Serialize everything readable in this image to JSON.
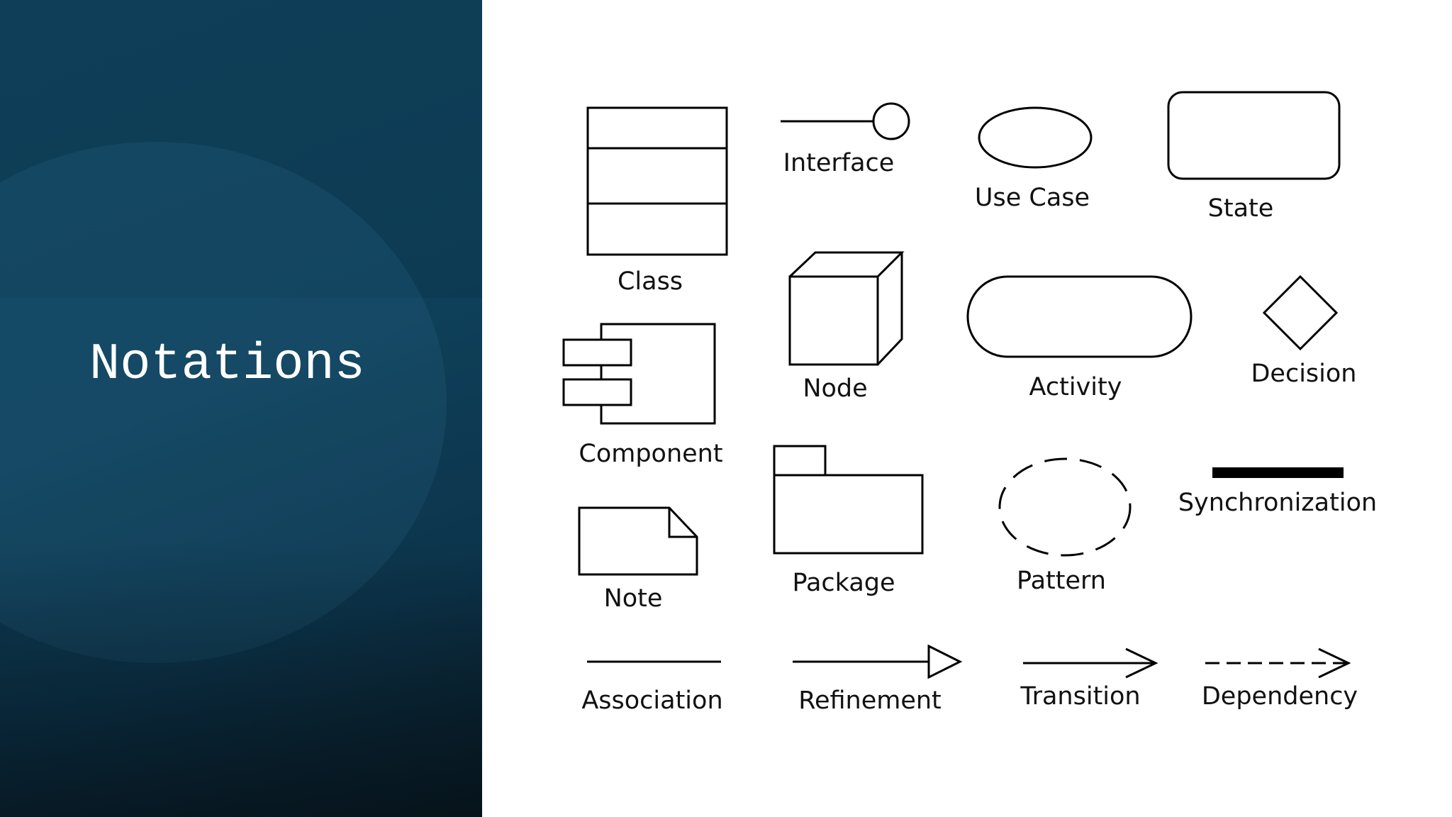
{
  "slide": {
    "title": "Notations"
  },
  "notations": {
    "class": "Class",
    "interface": "Interface",
    "use_case": "Use Case",
    "state": "State",
    "component": "Component",
    "node": "Node",
    "activity": "Activity",
    "decision": "Decision",
    "note": "Note",
    "package": "Package",
    "pattern": "Pattern",
    "synchronization": "Synchronization",
    "association": "Association",
    "refinement": "Refinement",
    "transition": "Transition",
    "dependency": "Dependency"
  }
}
